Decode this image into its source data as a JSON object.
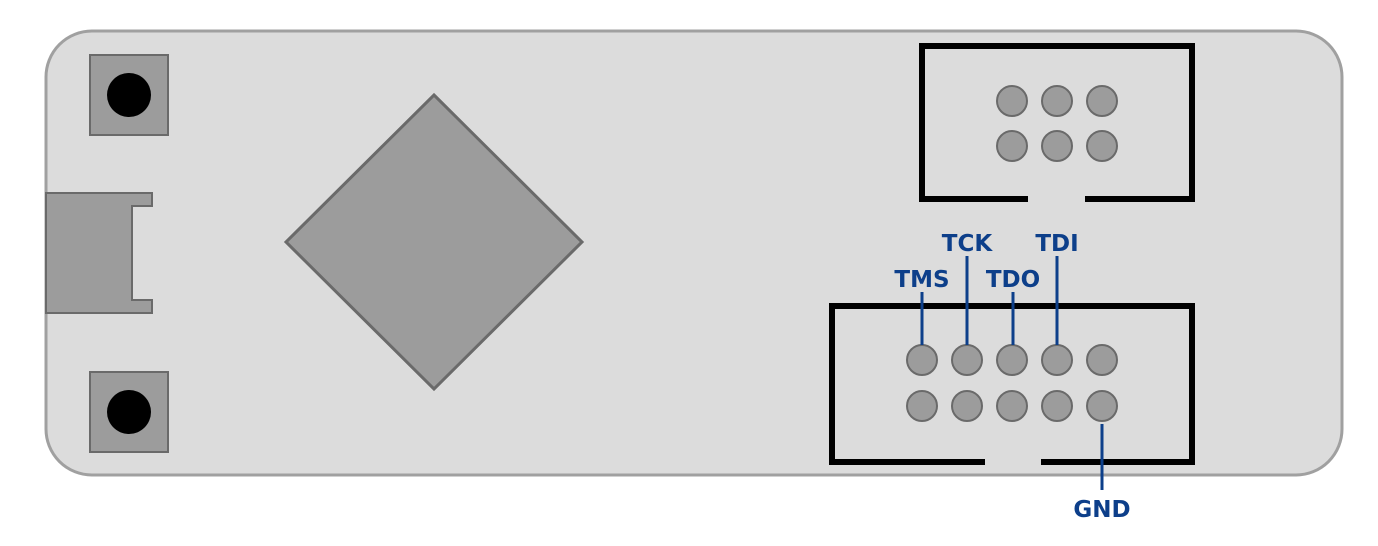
{
  "colors": {
    "board_fill": "#dcdcdc",
    "board_stroke": "#a0a0a0",
    "component_fill": "#9c9c9c",
    "component_stroke": "#6a6a6a",
    "hole_fill": "#000000",
    "header_stroke": "#000000",
    "label_color": "#0d3f8a"
  },
  "header_top": {
    "rows": 2,
    "cols": 3
  },
  "header_bottom": {
    "rows": 2,
    "cols": 5
  },
  "pin_labels": {
    "tms": "TMS",
    "tck": "TCK",
    "tdo": "TDO",
    "tdi": "TDI",
    "gnd": "GND"
  }
}
